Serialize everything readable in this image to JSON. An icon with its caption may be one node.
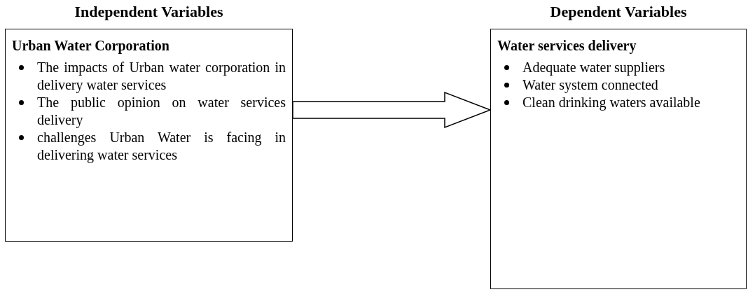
{
  "diagram": {
    "nodes": [
      {
        "text": [
          "Independent Variables",
          "Urban Water Corporation",
          "The impacts of Urban water corporation in delivery water services",
          "The public opinion on water services delivery",
          "challenges Urban Water is facing in delivering water services"
        ]
      },
      {
        "text": [
          "Dependent Variables",
          "Water services delivery",
          "Adequate water suppliers",
          "Water system connected",
          "Clean drinking waters available"
        ]
      }
    ],
    "edges": [
      {
        "from": 0,
        "to": 1,
        "arrow": "to"
      }
    ]
  }
}
